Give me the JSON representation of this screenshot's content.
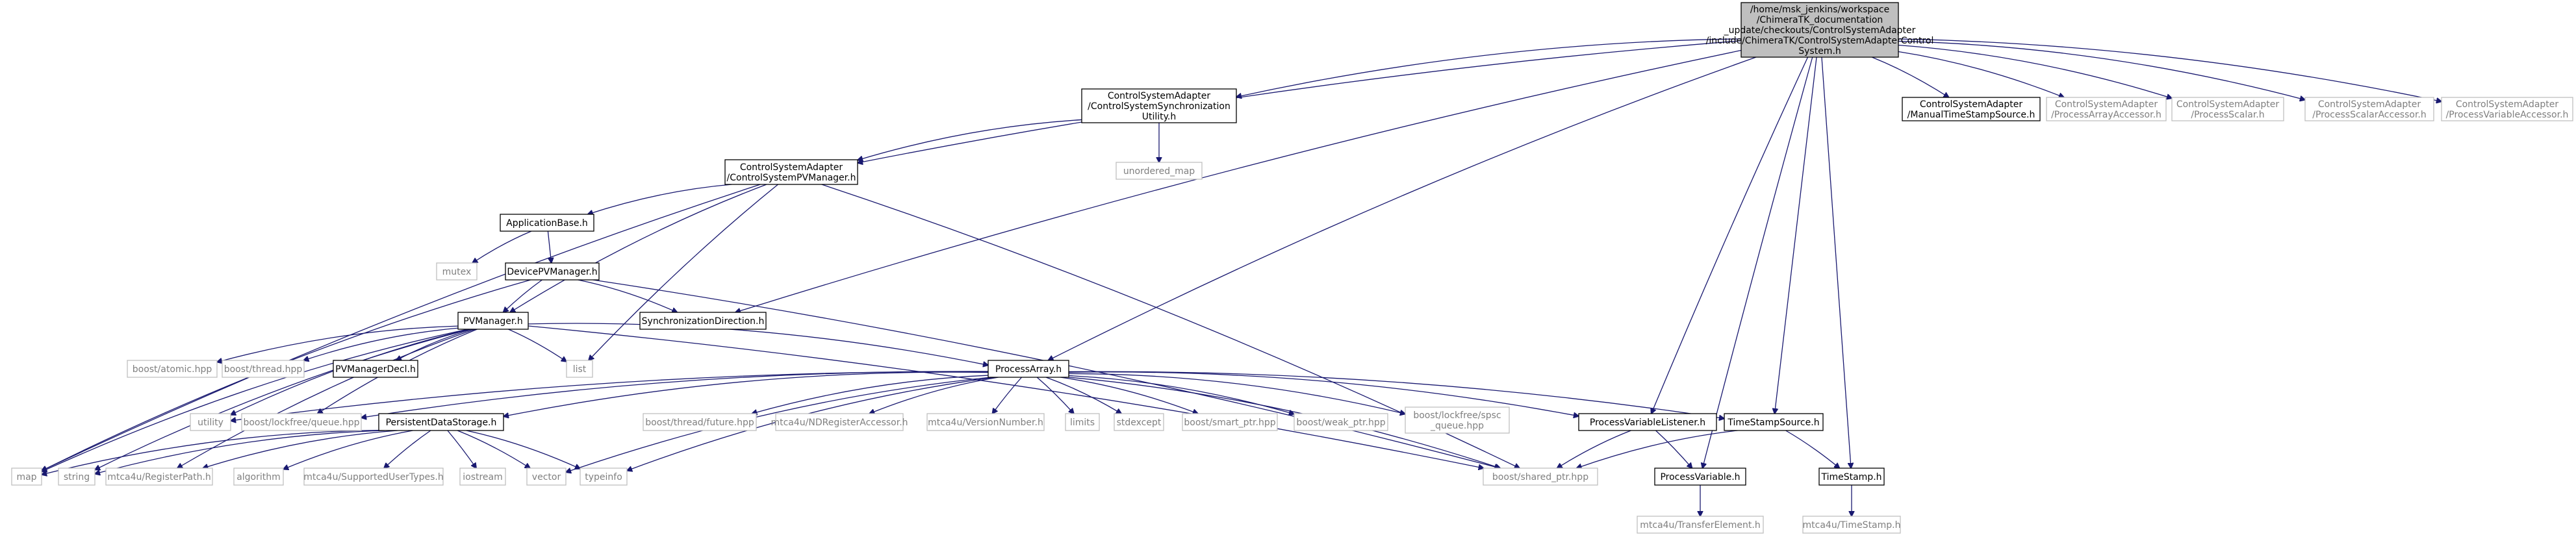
{
  "colors": {
    "edge": "#191970",
    "root_fill": "#bfbfbf",
    "std_border": "#000000",
    "sys_border": "#bfbfbf",
    "sys_text": "#7f7f7f"
  },
  "nodes": [
    {
      "id": "root",
      "type": "root",
      "lines": [
        "/home/msk_jenkins/workspace",
        "/ChimeraTK_documentation",
        "_update/checkouts/ControlSystemAdapter",
        "/include/ChimeraTK/ControlSystemAdapterControl",
        "System.h"
      ]
    },
    {
      "id": "csync",
      "type": "std",
      "lines": [
        "ControlSystemAdapter",
        "/ControlSystemSynchronization",
        "Utility.h"
      ]
    },
    {
      "id": "cspv",
      "type": "std",
      "lines": [
        "ControlSystemAdapter",
        "/ControlSystemPVManager.h"
      ]
    },
    {
      "id": "unordered_map",
      "type": "sys",
      "lines": [
        "unordered_map"
      ]
    },
    {
      "id": "mtss",
      "type": "std",
      "lines": [
        "ControlSystemAdapter",
        "/ManualTimeStampSource.h"
      ]
    },
    {
      "id": "paa",
      "type": "sys",
      "lines": [
        "ControlSystemAdapter",
        "/ProcessArrayAccessor.h"
      ]
    },
    {
      "id": "pscalar",
      "type": "sys",
      "lines": [
        "ControlSystemAdapter",
        "/ProcessScalar.h"
      ]
    },
    {
      "id": "psa",
      "type": "sys",
      "lines": [
        "ControlSystemAdapter",
        "/ProcessScalarAccessor.h"
      ]
    },
    {
      "id": "pva",
      "type": "sys",
      "lines": [
        "ControlSystemAdapter",
        "/ProcessVariableAccessor.h"
      ]
    },
    {
      "id": "appbase",
      "type": "std",
      "lines": [
        "ApplicationBase.h"
      ]
    },
    {
      "id": "mutex",
      "type": "sys",
      "lines": [
        "mutex"
      ]
    },
    {
      "id": "devpv",
      "type": "std",
      "lines": [
        "DevicePVManager.h"
      ]
    },
    {
      "id": "syncdir",
      "type": "std",
      "lines": [
        "SynchronizationDirection.h"
      ]
    },
    {
      "id": "pvm",
      "type": "std",
      "lines": [
        "PVManager.h"
      ]
    },
    {
      "id": "list",
      "type": "sys",
      "lines": [
        "list"
      ]
    },
    {
      "id": "atomic",
      "type": "sys",
      "lines": [
        "boost/atomic.hpp"
      ]
    },
    {
      "id": "thread",
      "type": "sys",
      "lines": [
        "boost/thread.hpp"
      ]
    },
    {
      "id": "pvmdecl",
      "type": "std",
      "lines": [
        "PVManagerDecl.h"
      ]
    },
    {
      "id": "parr",
      "type": "std",
      "lines": [
        "ProcessArray.h"
      ]
    },
    {
      "id": "utility",
      "type": "sys",
      "lines": [
        "utility"
      ]
    },
    {
      "id": "lfq",
      "type": "sys",
      "lines": [
        "boost/lockfree/queue.hpp"
      ]
    },
    {
      "id": "pds",
      "type": "std",
      "lines": [
        "PersistentDataStorage.h"
      ]
    },
    {
      "id": "future",
      "type": "sys",
      "lines": [
        "boost/thread/future.hpp"
      ]
    },
    {
      "id": "ndreg",
      "type": "sys",
      "lines": [
        "mtca4u/NDRegisterAccessor.h"
      ]
    },
    {
      "id": "vnum",
      "type": "sys",
      "lines": [
        "mtca4u/VersionNumber.h"
      ]
    },
    {
      "id": "limits",
      "type": "sys",
      "lines": [
        "limits"
      ]
    },
    {
      "id": "stdexcept",
      "type": "sys",
      "lines": [
        "stdexcept"
      ]
    },
    {
      "id": "smartptr",
      "type": "sys",
      "lines": [
        "boost/smart_ptr.hpp"
      ]
    },
    {
      "id": "weakptr",
      "type": "sys",
      "lines": [
        "boost/weak_ptr.hpp"
      ]
    },
    {
      "id": "spsc",
      "type": "sys",
      "lines": [
        "boost/lockfree/spsc",
        "_queue.hpp"
      ]
    },
    {
      "id": "pvlist",
      "type": "std",
      "lines": [
        "ProcessVariableListener.h"
      ]
    },
    {
      "id": "tss",
      "type": "std",
      "lines": [
        "TimeStampSource.h"
      ]
    },
    {
      "id": "map",
      "type": "sys",
      "lines": [
        "map"
      ]
    },
    {
      "id": "string",
      "type": "sys",
      "lines": [
        "string"
      ]
    },
    {
      "id": "regpath",
      "type": "sys",
      "lines": [
        "mtca4u/RegisterPath.h"
      ]
    },
    {
      "id": "algorithm",
      "type": "sys",
      "lines": [
        "algorithm"
      ]
    },
    {
      "id": "sut",
      "type": "sys",
      "lines": [
        "mtca4u/SupportedUserTypes.h"
      ]
    },
    {
      "id": "iostream",
      "type": "sys",
      "lines": [
        "iostream"
      ]
    },
    {
      "id": "vector",
      "type": "sys",
      "lines": [
        "vector"
      ]
    },
    {
      "id": "typeinfo",
      "type": "sys",
      "lines": [
        "typeinfo"
      ]
    },
    {
      "id": "sharedptr",
      "type": "sys",
      "lines": [
        "boost/shared_ptr.hpp"
      ]
    },
    {
      "id": "pv",
      "type": "std",
      "lines": [
        "ProcessVariable.h"
      ]
    },
    {
      "id": "ts",
      "type": "std",
      "lines": [
        "TimeStamp.h"
      ]
    },
    {
      "id": "transfer",
      "type": "sys",
      "lines": [
        "mtca4u/TransferElement.h"
      ]
    },
    {
      "id": "mtcats",
      "type": "sys",
      "lines": [
        "mtca4u/TimeStamp.h"
      ]
    }
  ]
}
